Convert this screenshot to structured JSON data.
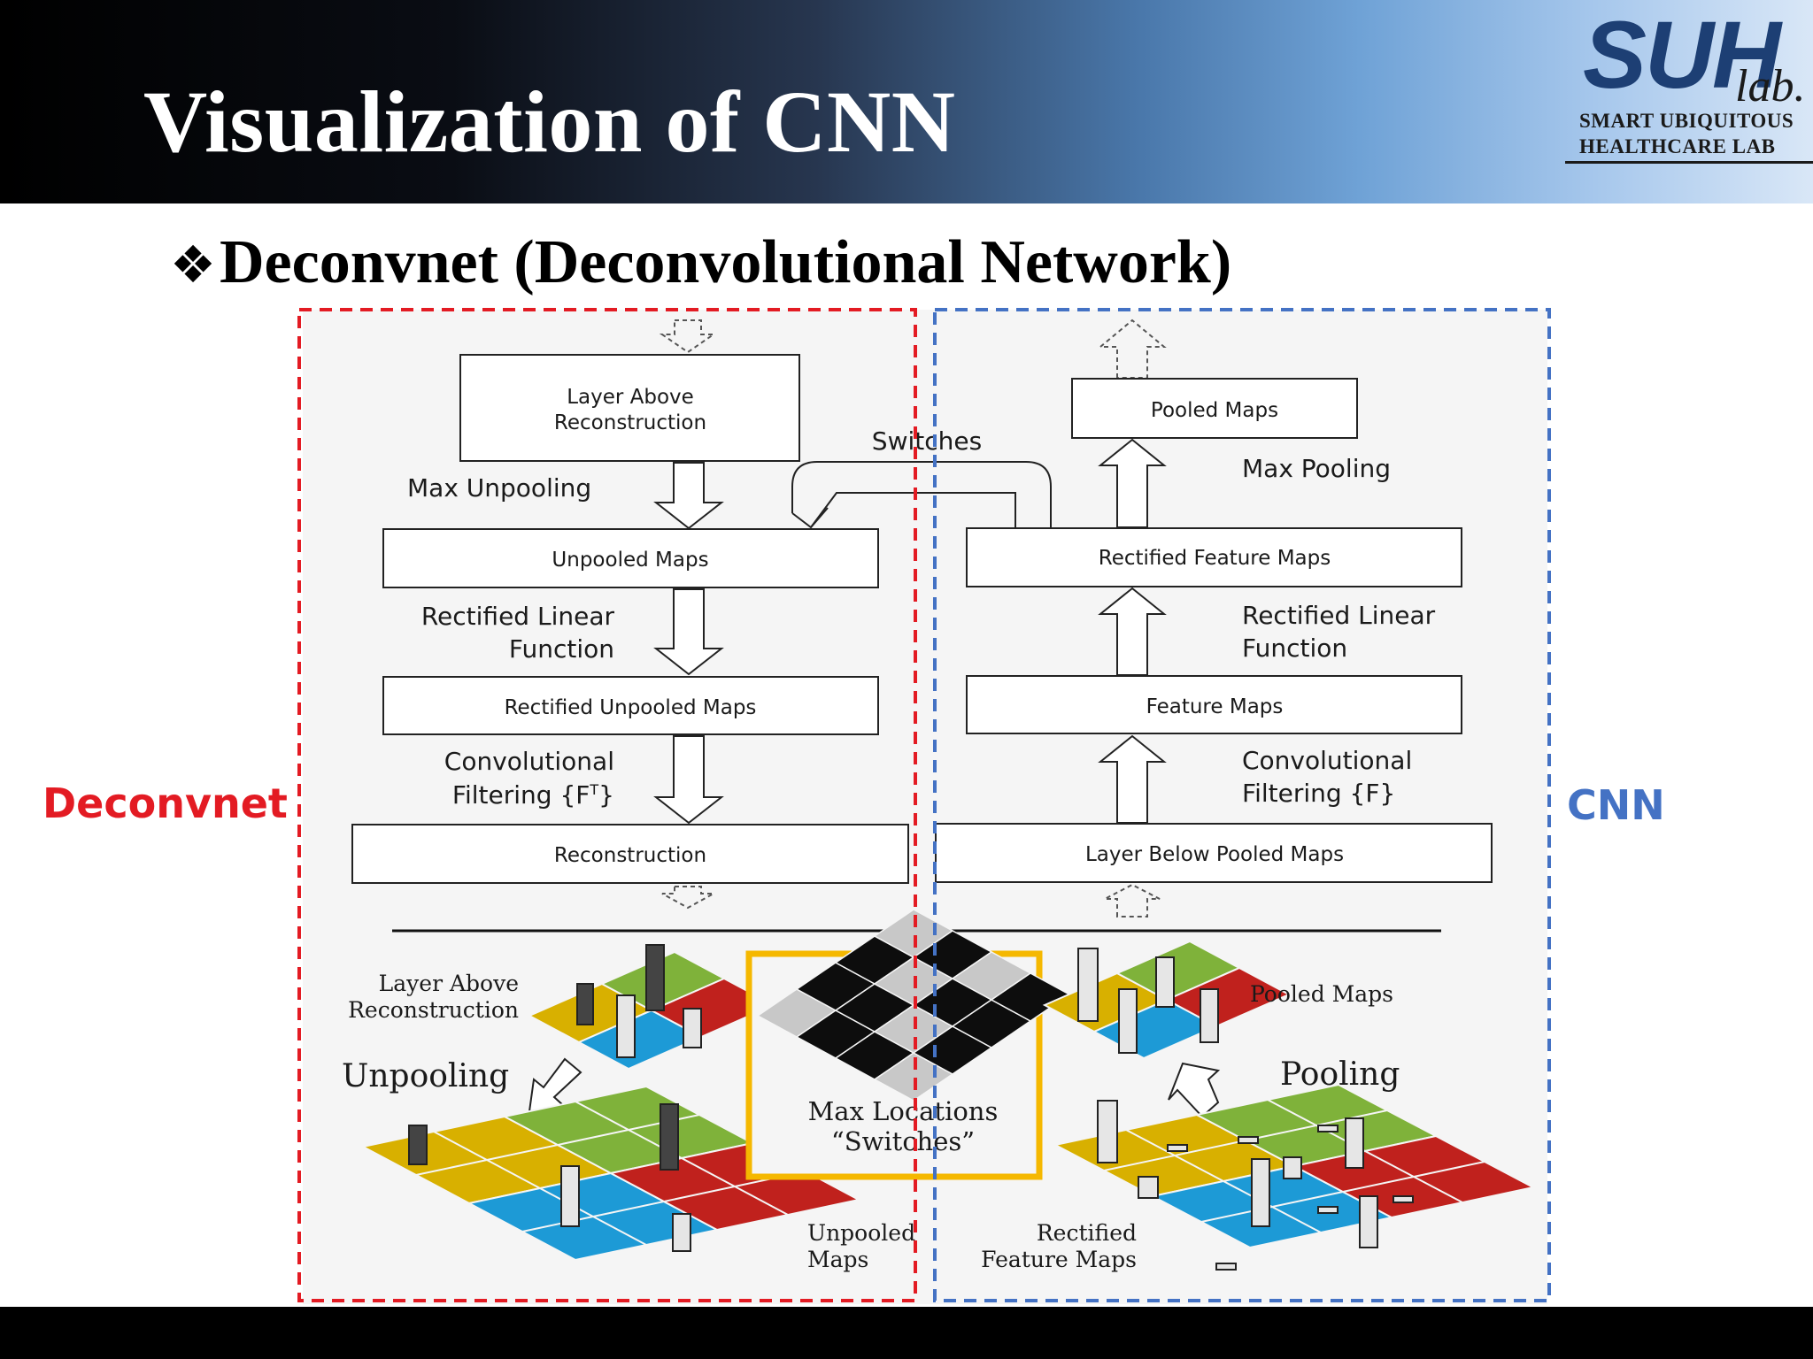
{
  "title": "Visualization of CNN",
  "logo": {
    "name": "SUH",
    "suffix": "lab.",
    "line1": "SMART UBIQUITOUS",
    "line2": "HEALTHCARE LAB"
  },
  "subtitle": {
    "bullet": "❖",
    "text": "Deconvnet (Deconvolutional Network)"
  },
  "side_labels": {
    "left": "Deconvnet",
    "right": "CNN"
  },
  "colors": {
    "deconvnet": "#e31b23",
    "cnn": "#4472c4",
    "highlight": "#f5b800",
    "yellow_cell": "#d8b000",
    "green_cell": "#7fb23a",
    "blue_cell": "#1d9ad6",
    "red_cell": "#c0211d"
  },
  "deconvnet": {
    "box_top_line1": "Layer Above",
    "box_top_line2": "Reconstruction",
    "box_unpooled": "Unpooled Maps",
    "box_rectified": "Rectified Unpooled Maps",
    "box_reconstruction": "Reconstruction",
    "op1": "Max Unpooling",
    "op2_line1": "Rectified Linear",
    "op2_line2": "Function",
    "op3_line1": "Convolutional",
    "op3_line2": "Filtering {F",
    "op3_sup": "T",
    "op3_end": "}"
  },
  "cnn": {
    "box_pooled": "Pooled Maps",
    "box_rectified": "Rectified Feature Maps",
    "box_feature": "Feature Maps",
    "box_below": "Layer Below Pooled Maps",
    "op1": "Max Pooling",
    "op2_line1": "Rectified Linear",
    "op2_line2": "Function",
    "op3_line1": "Convolutional",
    "op3_line2": "Filtering {F}"
  },
  "switches_label": "Switches",
  "bottom": {
    "layer_above_line1": "Layer Above",
    "layer_above_line2": "Reconstruction",
    "unpooling": "Unpooling",
    "unpooled_maps_line1": "Unpooled",
    "unpooled_maps_line2": "Maps",
    "max_locations_line1": "Max Locations",
    "max_locations_line2": "“Switches”",
    "pooled_maps": "Pooled Maps",
    "pooling": "Pooling",
    "rectified_line1": "Rectified",
    "rectified_line2": "Feature Maps"
  }
}
